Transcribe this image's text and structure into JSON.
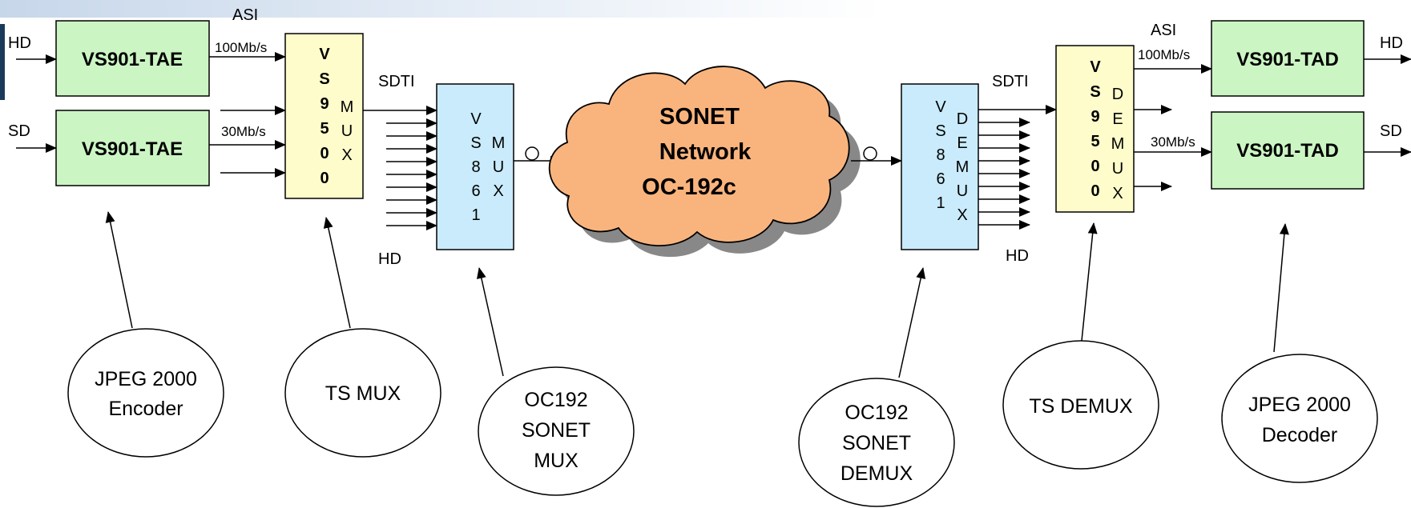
{
  "encoders": [
    {
      "title": "VS901-TAE",
      "input_label": "HD"
    },
    {
      "title": "VS901-TAE",
      "input_label": "SD"
    }
  ],
  "decoders": [
    {
      "title": "VS901-TAD",
      "output_label": "HD"
    },
    {
      "title": "VS901-TAD",
      "output_label": "SD"
    }
  ],
  "rates": {
    "asi_left": "ASI",
    "rate_hd_left": "100Mb/s",
    "rate_sd_left": "30Mb/s",
    "asi_right": "ASI",
    "rate_hd_right": "100Mb/s",
    "rate_sd_right": "30Mb/s"
  },
  "ts_mux": {
    "bold_chars": [
      "V",
      "S",
      "9",
      "5",
      "0",
      "0"
    ],
    "side_chars": [
      "M",
      "U",
      "X"
    ]
  },
  "ts_demux": {
    "bold_chars": [
      "V",
      "S",
      "9",
      "5",
      "0",
      "0"
    ],
    "side_chars": [
      "D",
      "E",
      "M",
      "U",
      "X"
    ]
  },
  "sonet_mux": {
    "chars": [
      "V",
      "S",
      "8",
      "6",
      "1"
    ],
    "side_chars": [
      "M",
      "U",
      "X"
    ],
    "sdti": "SDTI",
    "hd": "HD"
  },
  "sonet_demux": {
    "chars": [
      "V",
      "S",
      "8",
      "6",
      "1"
    ],
    "side_chars": [
      "D",
      "E",
      "M",
      "U",
      "X"
    ],
    "sdti": "SDTI",
    "hd": "HD"
  },
  "network": {
    "line1": "SONET",
    "line2": "Network",
    "line3": "OC-192c",
    "color": "#f9b47d"
  },
  "callouts": {
    "encoder": [
      "JPEG 2000",
      "Encoder"
    ],
    "ts_mux": [
      "TS MUX"
    ],
    "sonet_mux": [
      "OC192",
      "SONET",
      "MUX"
    ],
    "sonet_demux": [
      "OC192",
      "SONET",
      "DEMUX"
    ],
    "ts_demux": [
      "TS DEMUX"
    ],
    "decoder": [
      "JPEG 2000",
      "Decoder"
    ]
  },
  "colors": {
    "codec_fill": "#ccf5c4",
    "ts_fill": "#fefccb",
    "sonet_fill": "#c9ebfb",
    "cloud_shadow": "#888888"
  }
}
